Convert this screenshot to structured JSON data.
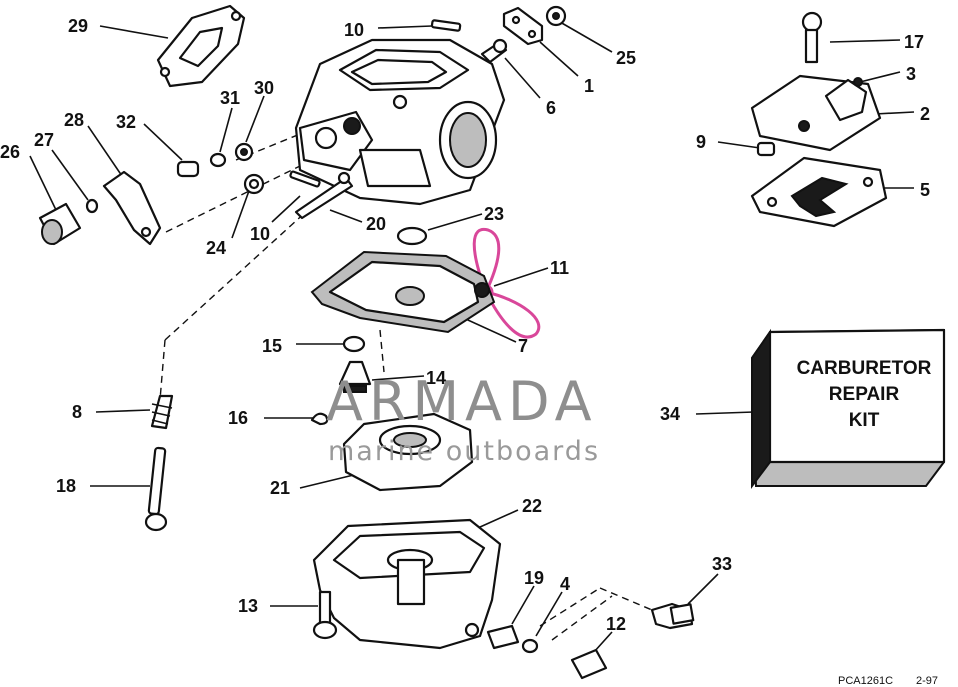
{
  "diagram": {
    "callouts": [
      "29",
      "10",
      "25",
      "1",
      "6",
      "17",
      "3",
      "2",
      "9",
      "5",
      "31",
      "30",
      "32",
      "28",
      "27",
      "26",
      "24",
      "10",
      "20",
      "23",
      "11",
      "7",
      "15",
      "14",
      "8",
      "16",
      "34",
      "21",
      "18",
      "22",
      "19",
      "4",
      "33",
      "12",
      "13"
    ],
    "kit_box": {
      "line1": "CARBURETOR",
      "line2": "REPAIR",
      "line3": "KIT"
    },
    "figure_code": "PCA1261C",
    "figure_date": "2-97"
  },
  "watermark": {
    "brand": "ARMADA",
    "tagline": "marine outboards",
    "accent_color": "#d9479a",
    "text_color": "#8e8e8e"
  }
}
